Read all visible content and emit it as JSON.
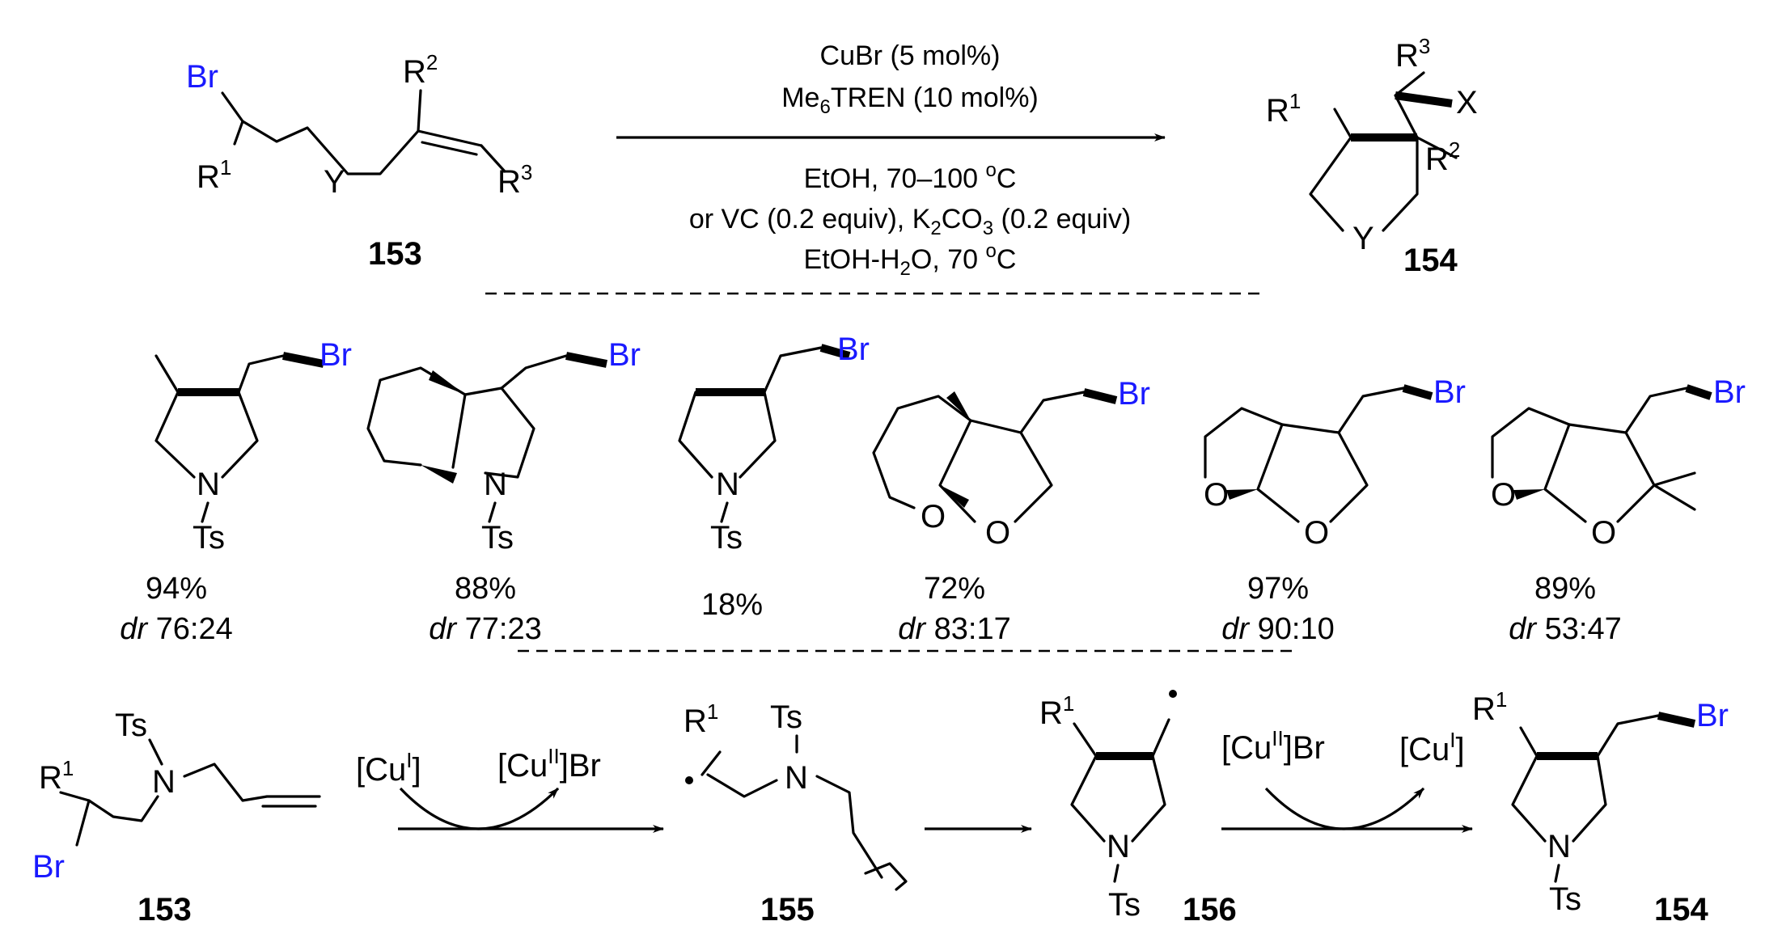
{
  "reaction": {
    "substrate_number": "153",
    "product_number": "154",
    "conditions": {
      "line1": "CuBr (5 mol%)",
      "line2_prefix": "Me",
      "line2_sub": "6",
      "line2_suffix": "TREN (10 mol%)",
      "line3": "EtOH, 70–100 ",
      "degree": "o",
      "line3_unit": "C",
      "line4_a": "or VC (0.2 equiv), K",
      "line4_sub1": "2",
      "line4_b": "CO",
      "line4_sub2": "3",
      "line4_c": " (0.2 equiv)",
      "line5_a": "EtOH-H",
      "line5_sub": "2",
      "line5_b": "O, 70 ",
      "line5_unit": "C"
    },
    "atoms": {
      "br": "Br",
      "r": "R",
      "one": "1",
      "two": "2",
      "three": "3",
      "y": "Y",
      "x": "X",
      "n": "N",
      "o": "O",
      "ts": "Ts"
    }
  },
  "examples": [
    {
      "yield": "94%",
      "dr_label": "dr",
      "dr_value": " 76:24"
    },
    {
      "yield": "88%",
      "dr_label": "dr",
      "dr_value": " 77:23"
    },
    {
      "yield": "18%",
      "dr_label": "",
      "dr_value": ""
    },
    {
      "yield": "72%",
      "dr_label": "dr",
      "dr_value": " 83:17"
    },
    {
      "yield": "97%",
      "dr_label": "dr",
      "dr_value": " 90:10"
    },
    {
      "yield": "89%",
      "dr_label": "dr",
      "dr_value": " 53:47"
    }
  ],
  "mechanism": {
    "cu1_prefix": "[Cu",
    "cu1_sup": "I",
    "cu1_suffix": "]",
    "cu2_prefix": "[Cu",
    "cu2_sup": "II",
    "cu2_suffix": "]Br",
    "labels": [
      "153",
      "155",
      "156",
      "154"
    ]
  }
}
